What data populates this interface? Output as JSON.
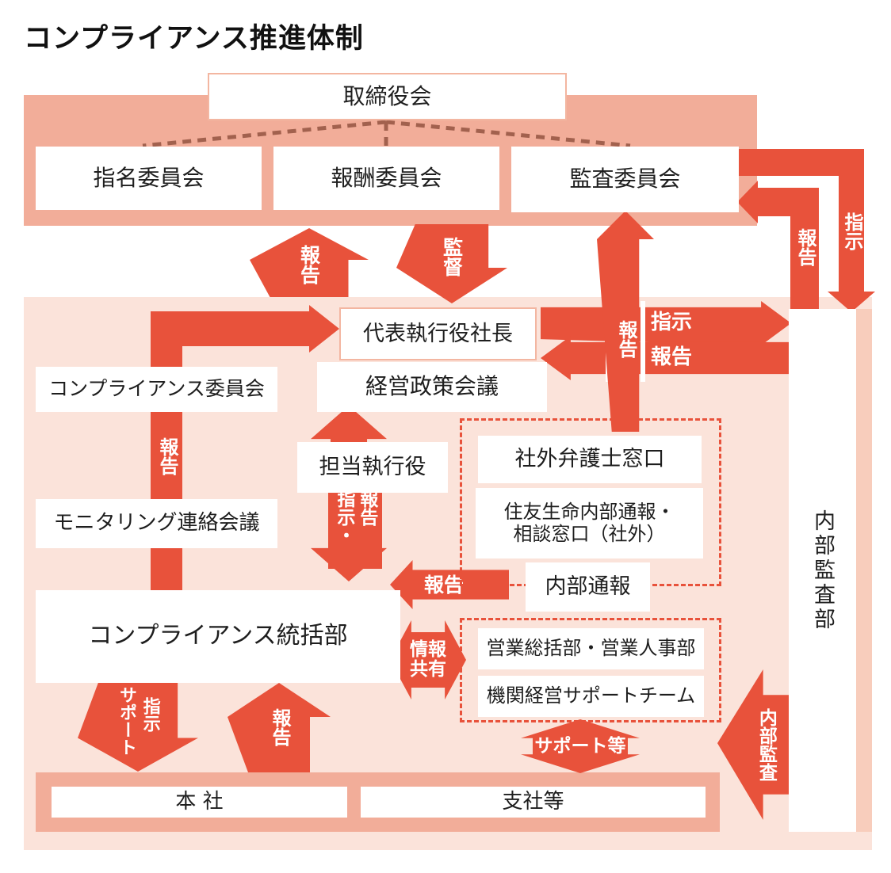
{
  "title": "コンプライアンス推進体制",
  "colors": {
    "arrow_red": "#e8523b",
    "band_salmon": "#f2ad99",
    "panel_pink": "#fbe3da",
    "strip_pink": "#f8cdbc",
    "dashed_brown": "#a2614e",
    "box_border": "#f3b6a1"
  },
  "boxes": {
    "board": "取締役会",
    "nomination": "指名委員会",
    "compensation": "報酬委員会",
    "audit": "監査委員会",
    "president": "代表執行役社長",
    "policy_meeting": "経営政策会議",
    "compliance_committee": "コンプライアンス委員会",
    "monitoring": "モニタリング連絡会議",
    "executive_officer": "担当執行役",
    "outside_lawyer": "社外弁護士窓口",
    "sumitomo_hotline": "住友生命内部通報・\n相談窓口（社外）",
    "internal_report": "内部通報",
    "compliance_hq": "コンプライアンス統括部",
    "sales_depts": "営業総括部・営業人事部",
    "agency_team": "機関経営サポートチーム",
    "head_office": "本 社",
    "branches": "支社等",
    "internal_audit_dept": "内部監査部"
  },
  "arrows": {
    "report_to_board_band": "報告",
    "supervise": "監督",
    "report_lawyer_to_audit": "報告",
    "instruct_president_to_auditdept": "指示",
    "report_auditdept_to_president": "報告",
    "report_hq_to_president": "報告",
    "instr_rep_left": "指示・",
    "instr_rep_right": "報告",
    "report_internalreport": "報告",
    "support_col": "サポート",
    "instruct_col": "指示",
    "report_honsha_to_hq": "報告",
    "info_share": "情報\n共有",
    "support_etc": "サポート等",
    "internal_audit": "内部監査",
    "instruct_audit_to_auditdept": "指示",
    "report_auditdept_to_audit": "報告"
  }
}
